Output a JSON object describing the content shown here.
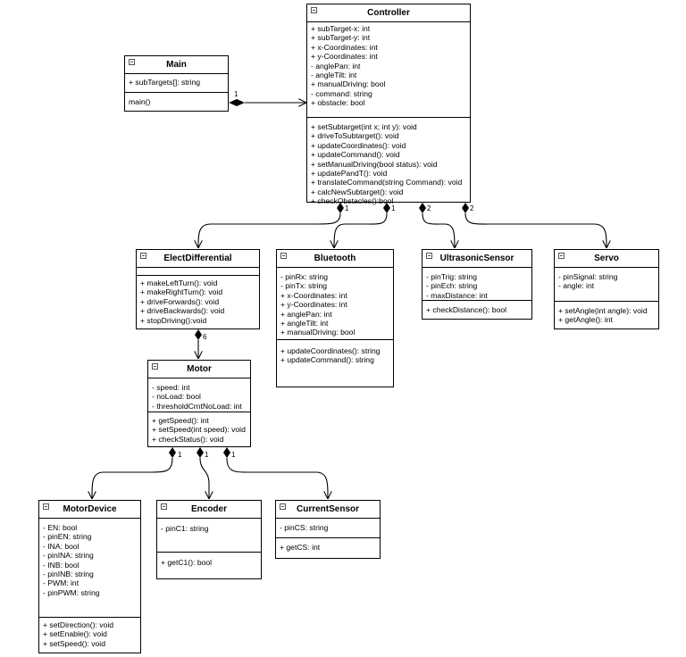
{
  "classes": {
    "controller": {
      "name": "Controller",
      "attributes": [
        "+ subTarget-x: int",
        "+ subTarget-y: int",
        "+ x-Coordinates: int",
        "+ y-Coordinates: int",
        "- anglePan: int",
        "- angleTilt: int",
        "+ manualDriving: bool",
        "- command: string",
        "+ obstacle: bool"
      ],
      "methods": [
        "+ setSubtarget(int x; int y): void",
        "+ driveToSubtarget(): void",
        "+ updateCoordinates(): void",
        "+ updateCommand(): void",
        "+ setManualDriving(bool status): void",
        "+ updatePandT(): void",
        "+ translateCommand(string Command): void",
        "+ calcNewSubtarget(): void",
        "+ checkObstacles():bool"
      ]
    },
    "main": {
      "name": "Main",
      "attributes": [
        "+ subTargets[]: string"
      ],
      "methods": [
        "main()"
      ]
    },
    "elect": {
      "name": "ElectDifferential",
      "attributes": [],
      "methods": [
        "+ makeLeftTurn(): void",
        "+ makeRightTurn(): void",
        "+ driveForwards(): void",
        "+ driveBackwards(): void",
        "+ stopDriving():void"
      ]
    },
    "bluetooth": {
      "name": "Bluetooth",
      "attributes": [
        "- pinRx: string",
        "- pinTx: string",
        "+ x-Coordinates: int",
        "+ y-Coordinates: int",
        "+ anglePan: int",
        "+ angleTilt: int",
        "+ manualDriving: bool"
      ],
      "methods": [
        "+ updateCoordinates(): string",
        "+ updateCommand(): string"
      ]
    },
    "ultrasonic": {
      "name": "UltrasonicSensor",
      "attributes": [
        "- pinTrig: string",
        "- pinEch: string",
        "- maxDistance: int"
      ],
      "methods": [
        "+ checkDistance(): bool"
      ]
    },
    "servo": {
      "name": "Servo",
      "attributes": [
        "- pinSignal: string",
        "- angle: int"
      ],
      "methods": [
        "+ setAngle(int angle): void",
        "+ getAngle(): int"
      ]
    },
    "motor": {
      "name": "Motor",
      "attributes": [
        "- speed: int",
        "- noLoad: bool",
        "- thresholdCrntNoLoad: int"
      ],
      "methods": [
        "+ getSpeed(): int",
        "+ setSpeed(int speed): void",
        "+ checkStatus(): void"
      ]
    },
    "motordevice": {
      "name": "MotorDevice",
      "attributes": [
        "- EN: bool",
        "- pinEN: string",
        "- INA: bool",
        "- pinINA: string",
        "- INB: bool",
        "- pinINB: string",
        "- PWM: int",
        "- pinPWM: string"
      ],
      "methods": [
        "+ setDirection(): void",
        "+ setEnable(): void",
        "+ setSpeed(): void"
      ]
    },
    "encoder": {
      "name": "Encoder",
      "attributes": [
        "- pinC1: string"
      ],
      "methods": [
        "+ getC1(): bool"
      ]
    },
    "currentsensor": {
      "name": "CurrentSensor",
      "attributes": [
        "- pinCS: string"
      ],
      "methods": [
        "+ getCS: int"
      ]
    }
  },
  "multiplicities": {
    "main_controller": "1",
    "controller_elect": "1",
    "controller_bluetooth": "1",
    "controller_ultrasonic": "2",
    "controller_servo": "2",
    "elect_motor": "6",
    "motor_motordevice": "1",
    "motor_encoder": "1",
    "motor_currentsensor": "1"
  }
}
